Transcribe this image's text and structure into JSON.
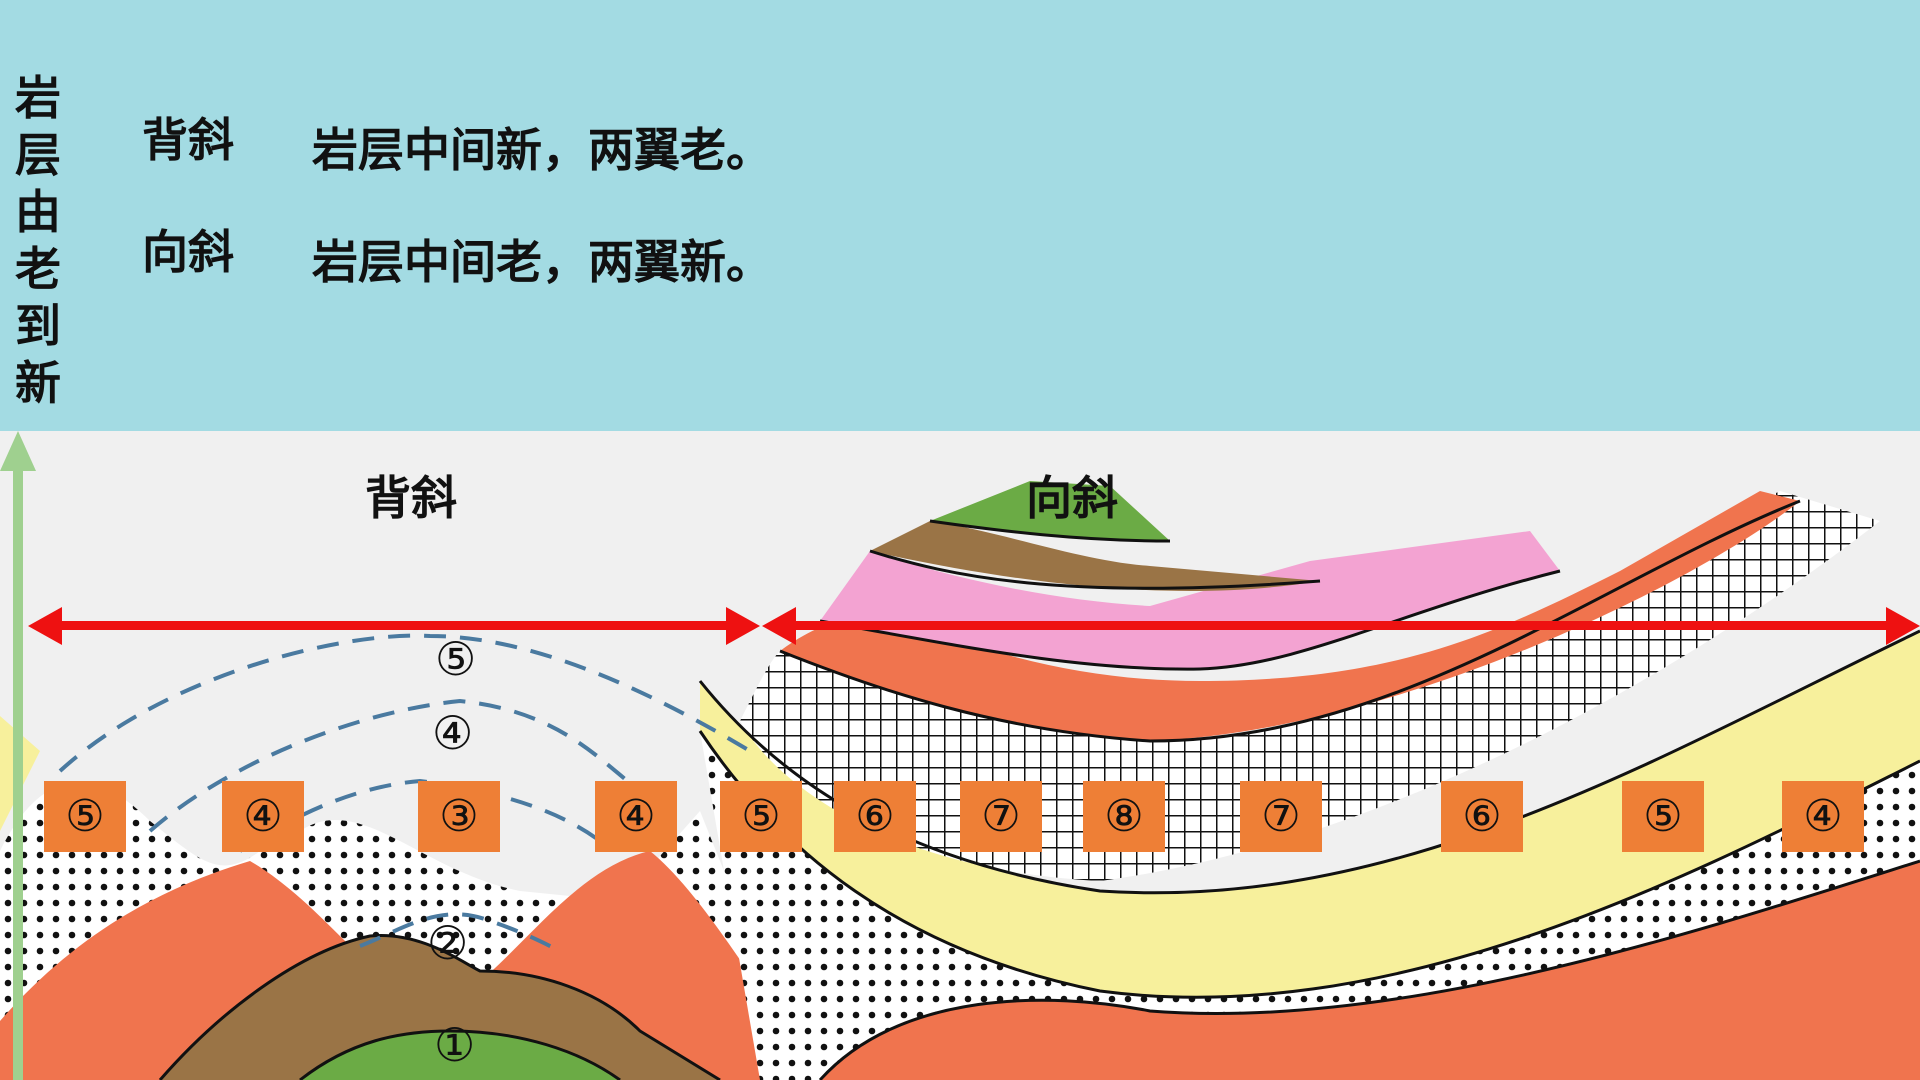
{
  "axis_label": "岩层由老到新",
  "definitions": [
    {
      "term": "背斜",
      "description": "岩层中间新，两翼老。"
    },
    {
      "term": "向斜",
      "description": "岩层中间老，两翼新。"
    }
  ],
  "fold_titles": {
    "anticline": "背斜",
    "syncline": "向斜"
  },
  "stratum_labels": [
    "⑤",
    "④",
    "③",
    "④",
    "⑤",
    "⑥",
    "⑦",
    "⑧",
    "⑦",
    "⑥",
    "⑤",
    "④"
  ],
  "eroded_layer_labels": [
    "⑤",
    "④",
    "②",
    "①"
  ],
  "colors": {
    "background_top": "#a3dbe3",
    "label_box": "#ee7f36",
    "arrow": "#ee1111",
    "age_arrow": "#9fd08f",
    "layer_green": "#6bab45",
    "layer_brown": "#9a7446",
    "layer_orange": "#f0744e",
    "layer_yellow": "#f7f09c",
    "layer_pink": "#f3a3d2",
    "dashed_outline": "#4a7aa0"
  }
}
